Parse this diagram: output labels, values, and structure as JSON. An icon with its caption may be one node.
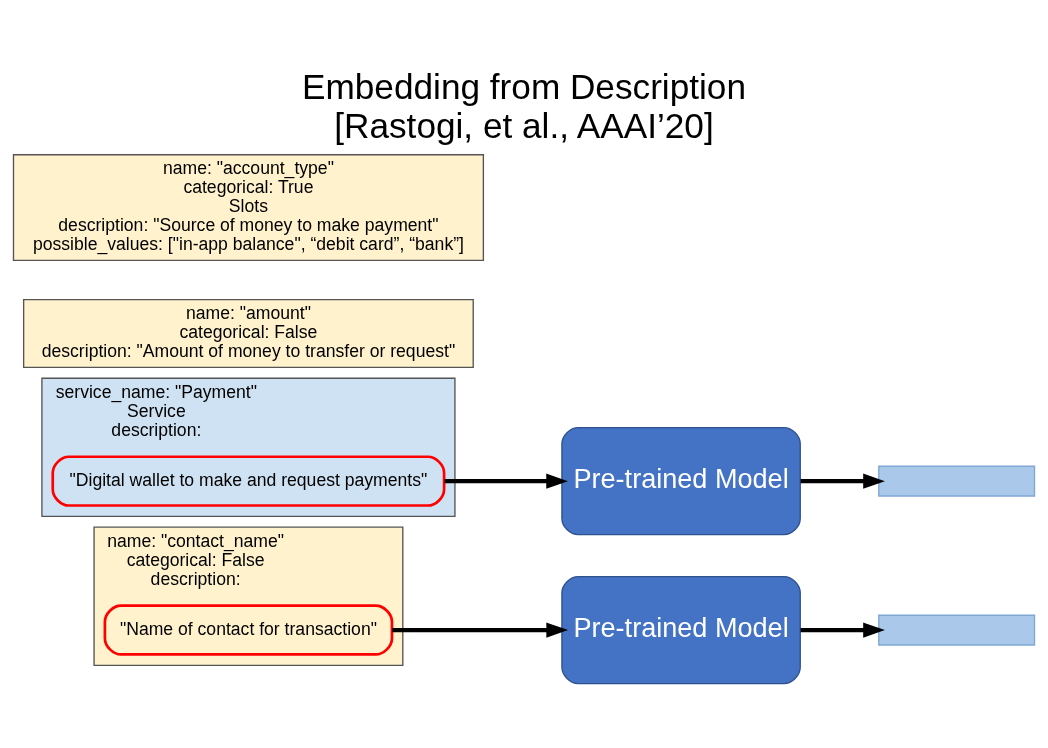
{
  "diagram": {
    "title": "Embedding from Description",
    "caption": "[Rastogi, et al., AAAI’20]",
    "nodes": [
      {
        "text": [
          "service_name: \"Payment\"",
          "Service",
          "description:"
        ]
      },
      {
        "text": [
          "\"Digital wallet to make and request payments\""
        ],
        "in": 0
      },
      {
        "text": [
          "name: \"account_type\"",
          "categorical: True",
          "Slots",
          "description: \"Source of money to make payment\"",
          "possible_values: [\"in-app balance\", “debit card”, “bank”]"
        ]
      },
      {
        "text": [
          "name: \"amount\"",
          "categorical: False",
          "description: \"Amount of money to transfer or request\""
        ]
      },
      {
        "text": [
          "name: \"contact_name\"",
          "categorical: False",
          "description:"
        ]
      },
      {
        "text": [
          "\"Name of contact for transaction\""
        ],
        "in": 4
      },
      {
        "text": [
          "Pre-trained Model"
        ]
      },
      {
        "text": [],
        "shape": "bar"
      },
      {
        "text": [
          "Pre-trained Model"
        ]
      },
      {
        "text": [],
        "shape": "bar"
      }
    ],
    "edges": [
      {
        "from": 1,
        "to": 6,
        "arrow": "to"
      },
      {
        "from": 6,
        "to": 7,
        "arrow": "to"
      },
      {
        "from": 5,
        "to": 8,
        "arrow": "to"
      },
      {
        "from": 8,
        "to": 9,
        "arrow": "to"
      }
    ]
  }
}
